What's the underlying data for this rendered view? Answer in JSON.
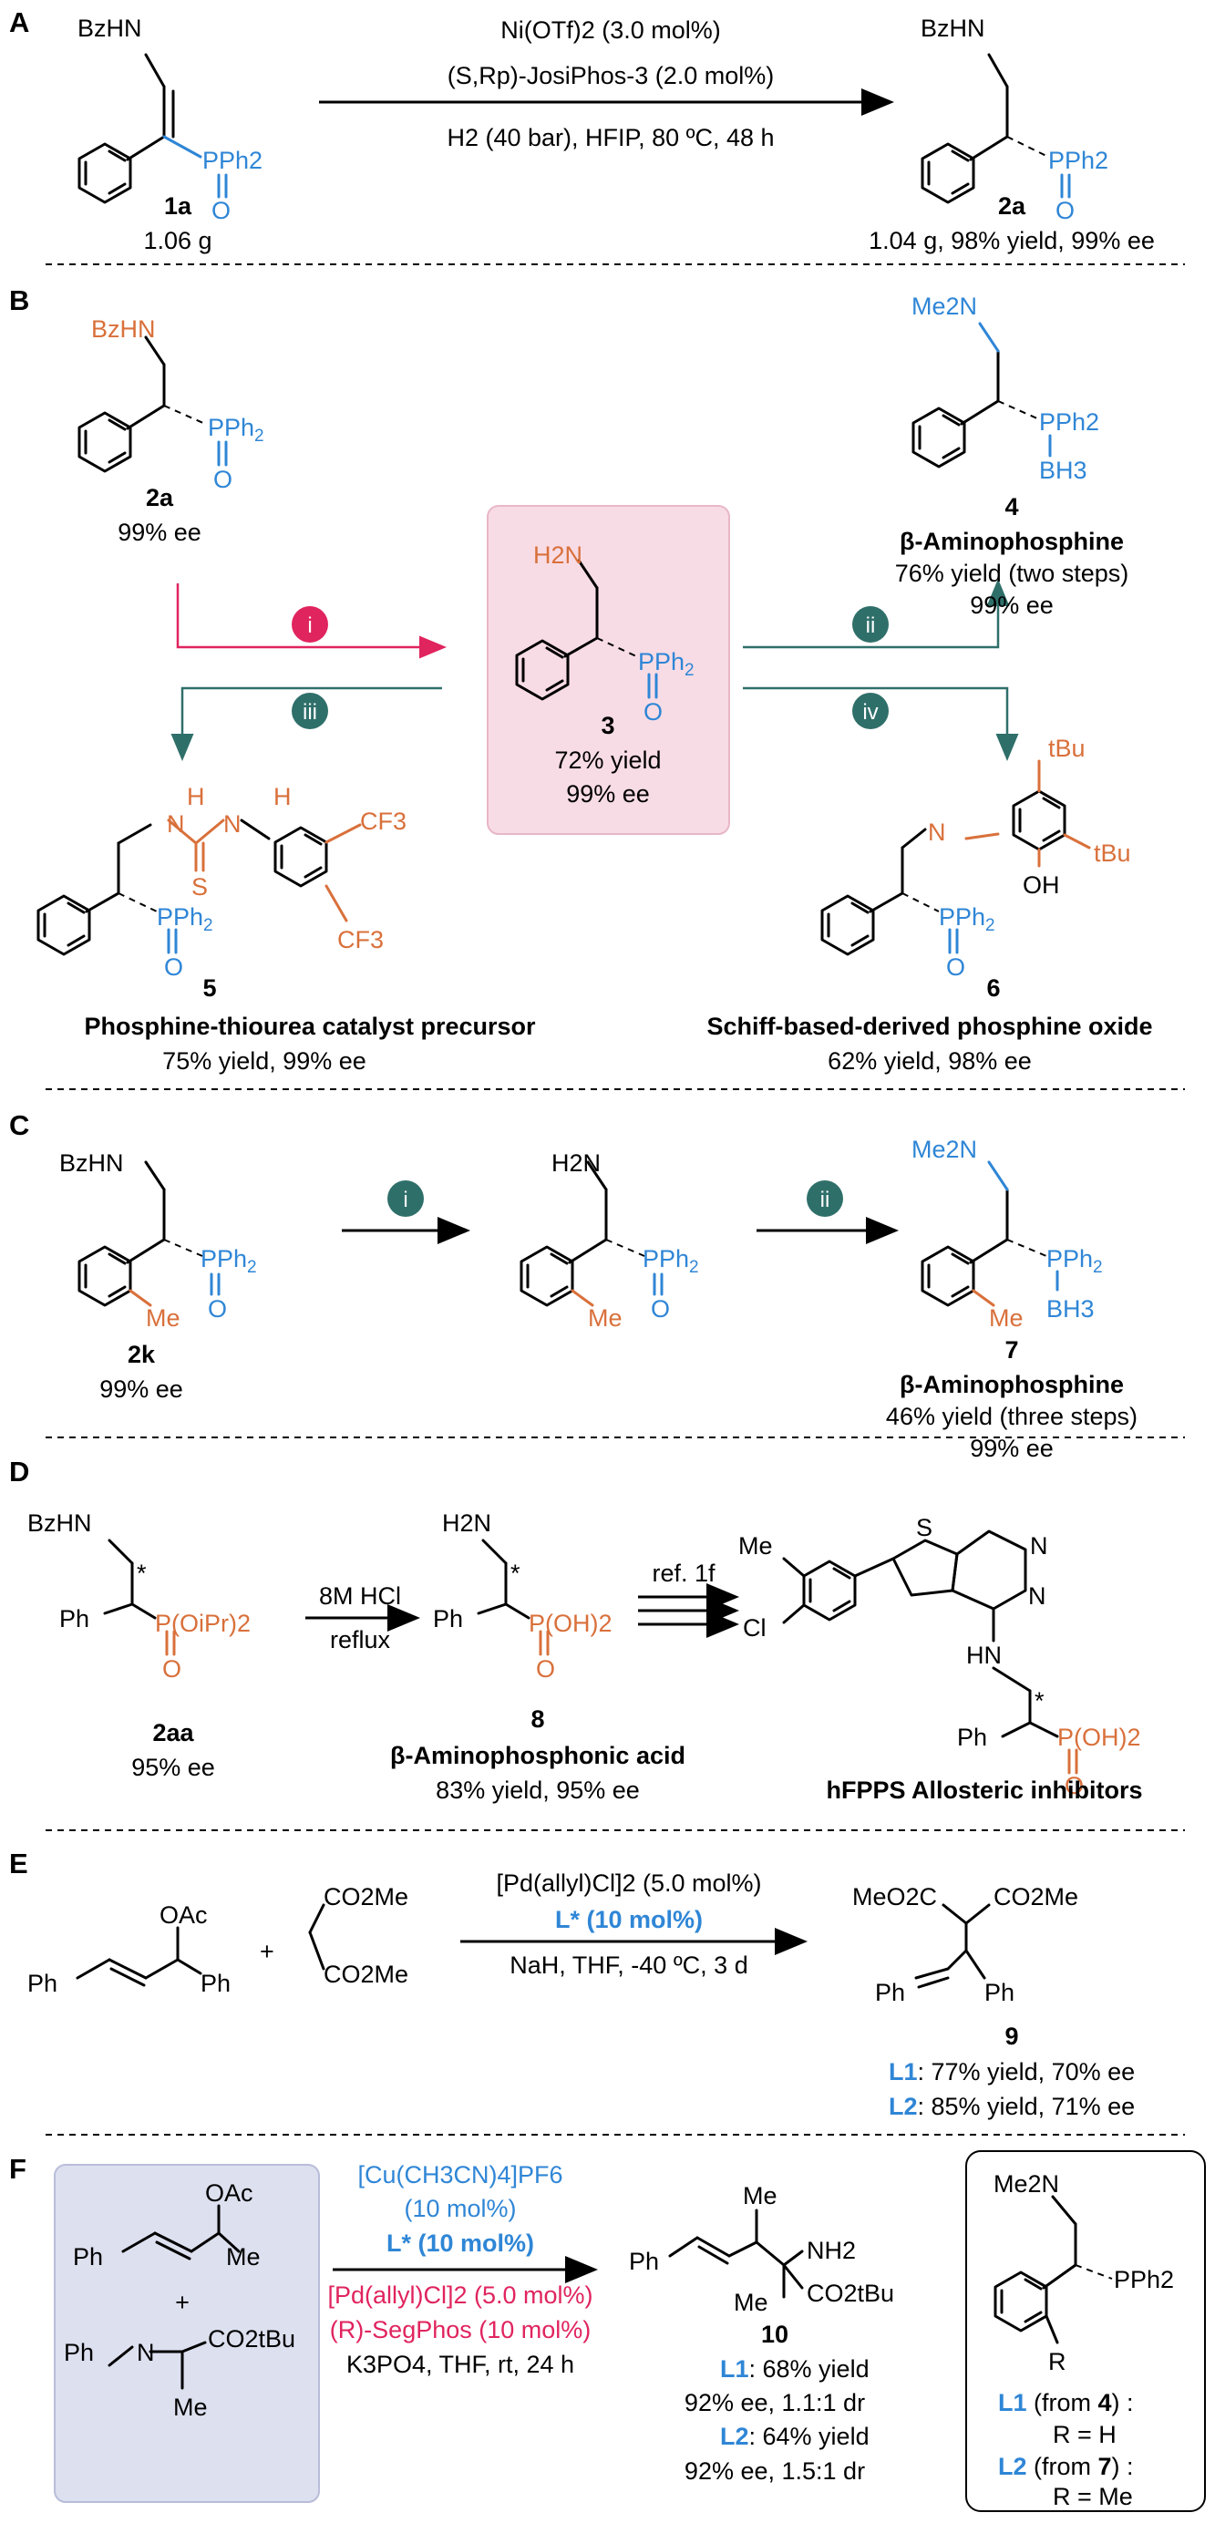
{
  "sections": {
    "A": {
      "label": "A",
      "conditions": [
        "Ni(OTf)2 (3.0 mol%)",
        "(S,Rp)-JosiPhos-3 (2.0 mol%)",
        "H2 (40 bar), HFIP, 80 ºC, 48 h"
      ],
      "sm": {
        "id": "1a",
        "amount": "1.06 g",
        "nh": "BzHN",
        "p": "PPh2",
        "o": "O"
      },
      "product": {
        "id": "2a",
        "result": "1.04 g, 98% yield, 99% ee",
        "nh": "BzHN",
        "p": "PPh2",
        "o": "O"
      }
    },
    "B": {
      "label": "B",
      "sm": {
        "id": "2a",
        "ee": "99% ee",
        "nh": "BzHN"
      },
      "center": {
        "id": "3",
        "yield": "72% yield",
        "ee": "99% ee",
        "nh": "H2N"
      },
      "steps": {
        "i": "i",
        "ii": "ii",
        "iii": "iii",
        "iv": "iv"
      },
      "p4": {
        "id": "4",
        "name": "β-Aminophosphine",
        "yield": "76% yield (two steps)",
        "ee": "99% ee",
        "n": "Me2N",
        "p": "PPh2",
        "bh3": "BH3"
      },
      "p5": {
        "id": "5",
        "name": "Phosphine-thiourea catalyst precursor",
        "result": "75% yield, 99% ee",
        "cf3a": "CF3",
        "cf3b": "CF3",
        "h1": "H",
        "h2": "H",
        "s": "S",
        "n1": "N",
        "n2": "N"
      },
      "p6": {
        "id": "6",
        "name": "Schiff-based-derived phosphine oxide",
        "result": "62% yield, 98% ee",
        "tbu1": "tBu",
        "tbu2": "tBu",
        "oh": "OH",
        "n": "N"
      }
    },
    "C": {
      "label": "C",
      "sm": {
        "id": "2k",
        "ee": "99% ee",
        "nh": "BzHN",
        "me": "Me"
      },
      "mid": {
        "nh": "H2N",
        "me": "Me"
      },
      "steps": {
        "i": "i",
        "ii": "ii"
      },
      "product": {
        "id": "7",
        "name": "β-Aminophosphine",
        "yield": "46% yield (three steps)",
        "ee": "99% ee",
        "n": "Me2N",
        "me": "Me",
        "bh3": "BH3"
      }
    },
    "D": {
      "label": "D",
      "sm": {
        "id": "2aa",
        "ee": "95% ee",
        "nh": "BzHN",
        "ph": "Ph",
        "p": "P(OiPr)2"
      },
      "cond1": "8M HCl",
      "cond2": "reflux",
      "mid": {
        "id": "8",
        "name": "β-Aminophosphonic acid",
        "result": "83% yield, 95% ee",
        "nh": "H2N",
        "ph": "Ph",
        "p": "P(OH)2"
      },
      "ref": "ref. 1f",
      "target": {
        "name": "hFPPS Allosteric inhibitors",
        "me": "Me",
        "cl": "Cl",
        "s": "S",
        "n1": "N",
        "n2": "N",
        "hn": "HN",
        "ph": "Ph",
        "p": "P(OH)2"
      },
      "star": "*"
    },
    "E": {
      "label": "E",
      "cond1": "[Pd(allyl)Cl]2 (5.0 mol%)",
      "cond2": "L* (10 mol%)",
      "cond3": "NaH, THF, -40 ºC, 3 d",
      "sm1": {
        "oac": "OAc",
        "ph1": "Ph",
        "ph2": "Ph"
      },
      "plus": "+",
      "sm2": {
        "e1": "CO2Me",
        "e2": "CO2Me"
      },
      "product": {
        "id": "9",
        "e1": "MeO2C",
        "e2": "CO2Me",
        "ph1": "Ph",
        "ph2": "Ph"
      },
      "results": [
        {
          "lig": "L1",
          "text": ": 77% yield, 70% ee"
        },
        {
          "lig": "L2",
          "text": ": 85% yield, 71% ee"
        }
      ]
    },
    "F": {
      "label": "F",
      "sm1": {
        "oac": "OAc",
        "ph": "Ph",
        "me": "Me"
      },
      "plus": "+",
      "sm2": {
        "ph": "Ph",
        "n": "N",
        "ester": "CO2tBu",
        "me": "Me"
      },
      "cond": [
        "[Cu(CH3CN)4]PF6",
        "(10 mol%)",
        "L* (10 mol%)",
        "[Pd(allyl)Cl]2 (5.0 mol%)",
        "(R)-SegPhos (10 mol%)",
        "K3PO4, THF, rt, 24 h"
      ],
      "product": {
        "id": "10",
        "ph": "Ph",
        "me1": "Me",
        "me2": "Me",
        "nh2": "NH2",
        "ester": "CO2tBu"
      },
      "results": [
        {
          "lig": "L1",
          "l1": ": 68% yield",
          "l2": "92% ee, 1.1:1 dr"
        },
        {
          "lig": "L2",
          "l1": ": 64% yield",
          "l2": "92% ee, 1.5:1 dr"
        }
      ],
      "ligand_box": {
        "n": "Me2N",
        "p": "PPh2",
        "r": "R",
        "l1": "L1",
        "l1_from": " (from ",
        "l1_id": "4",
        "l1_end": ") :",
        "l1_r": "R = H",
        "l2": "L2",
        "l2_from": " (from ",
        "l2_id": "7",
        "l2_end": ") :",
        "l2_r": "R = Me"
      }
    }
  }
}
